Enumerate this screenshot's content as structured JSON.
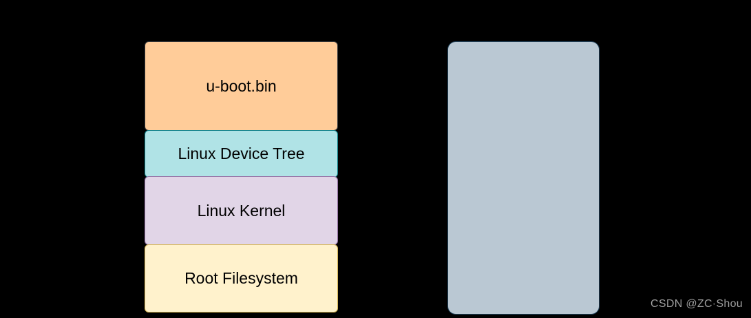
{
  "diagram": {
    "background_color": "#000000",
    "text_color": "#000000",
    "left_stack": {
      "boxes": [
        {
          "label": "u-boot.bin",
          "fill": "#ffcc99",
          "stroke": "#36393d"
        },
        {
          "label": "Linux Device Tree",
          "fill": "#b0e3e6",
          "stroke": "#0e8088"
        },
        {
          "label": "Linux Kernel",
          "fill": "#e1d5e7",
          "stroke": "#9673a6"
        },
        {
          "label": "Root Filesystem",
          "fill": "#fff2cc",
          "stroke": "#d6b656"
        }
      ]
    },
    "right_panel": {
      "label": "",
      "fill": "#bac8d3",
      "stroke": "#23445d"
    },
    "watermark": {
      "text": "CSDN @ZC·Shou",
      "color": "#9e9e9e"
    }
  }
}
